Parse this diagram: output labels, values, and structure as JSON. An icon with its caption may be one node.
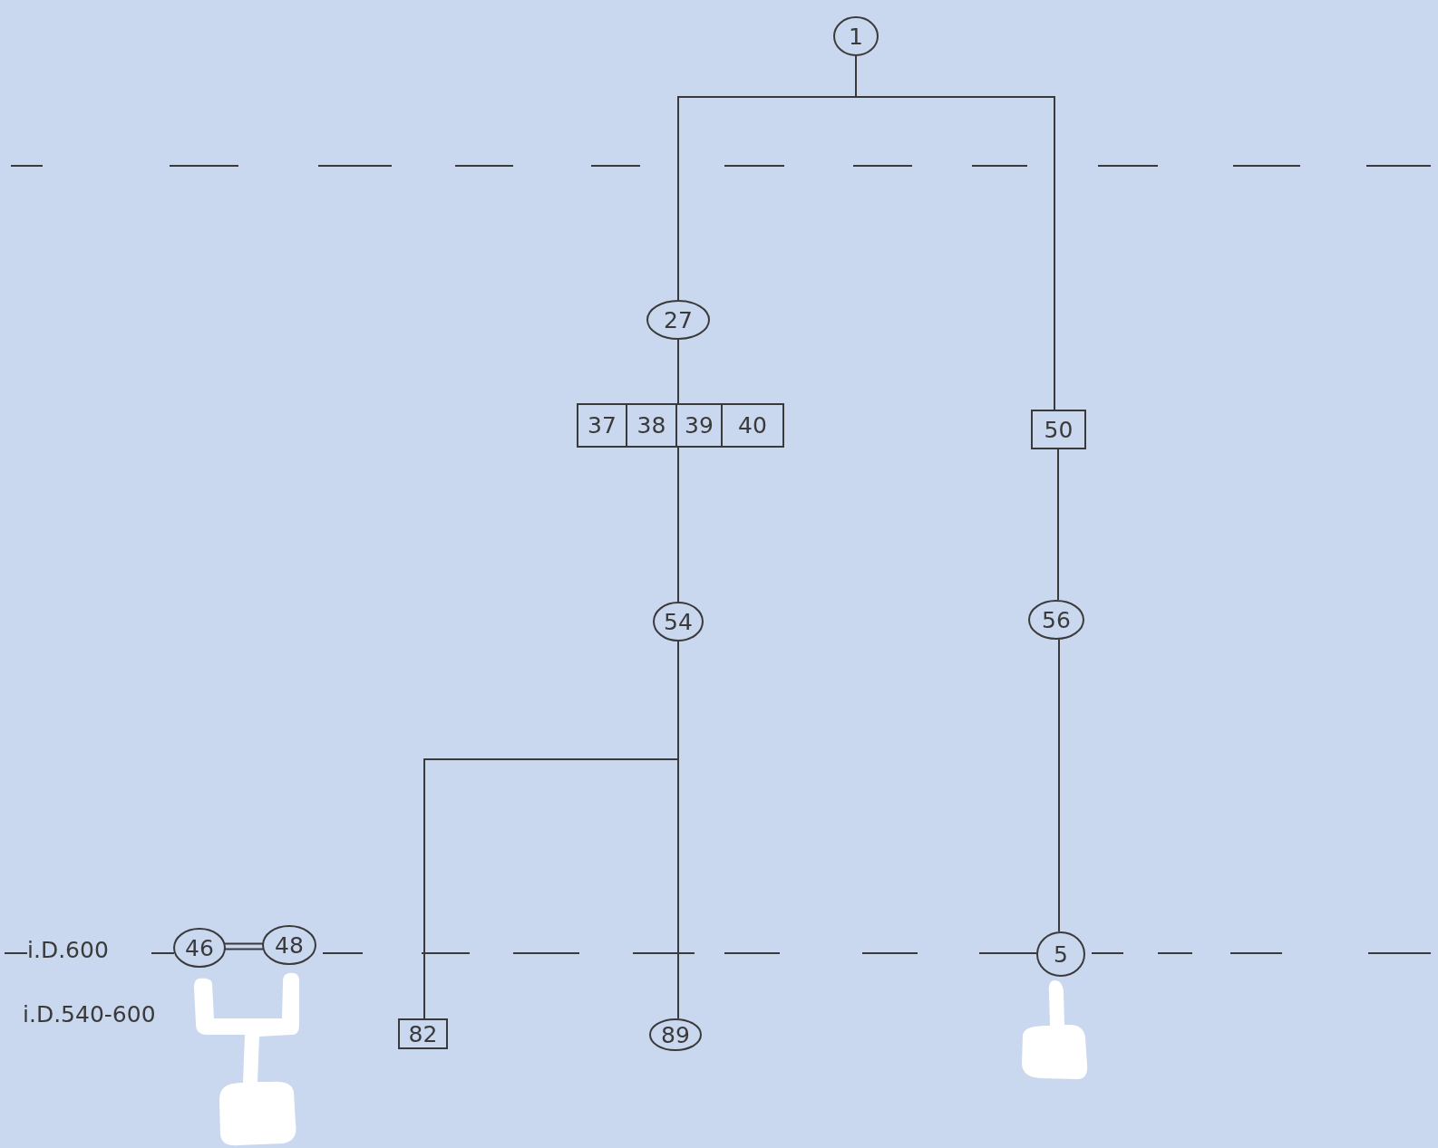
{
  "diagram": {
    "nodes": [
      {
        "text": [
          "1"
        ]
      },
      {
        "text": [
          "27"
        ]
      },
      {
        "text": [
          "37"
        ]
      },
      {
        "text": [
          "38"
        ]
      },
      {
        "text": [
          "39"
        ]
      },
      {
        "text": [
          "40"
        ]
      },
      {
        "text": [
          "50"
        ]
      },
      {
        "text": [
          "54"
        ]
      },
      {
        "text": [
          "56"
        ]
      },
      {
        "text": [
          "46"
        ]
      },
      {
        "text": [
          "48"
        ]
      },
      {
        "text": [
          "5"
        ]
      },
      {
        "text": [
          "82"
        ]
      },
      {
        "text": [
          "89"
        ]
      },
      {
        "text": [],
        "shape": "blob"
      },
      {
        "text": [],
        "shape": "blob"
      }
    ],
    "edges": [
      {
        "from": 0,
        "to": 1,
        "arrow": "none"
      },
      {
        "from": 0,
        "to": 6,
        "arrow": "none"
      },
      {
        "from": 1,
        "to": 4,
        "arrow": "none"
      },
      {
        "from": 4,
        "to": 7,
        "arrow": "none"
      },
      {
        "from": 6,
        "to": 8,
        "arrow": "none"
      },
      {
        "from": 8,
        "to": 11,
        "arrow": "none"
      },
      {
        "from": 7,
        "to": 12,
        "arrow": "none"
      },
      {
        "from": 7,
        "to": 13,
        "arrow": "none"
      },
      {
        "from": 9,
        "to": 10,
        "arrow": "none"
      }
    ],
    "labels": [
      "i.D.600",
      "i.D.540-600"
    ]
  }
}
